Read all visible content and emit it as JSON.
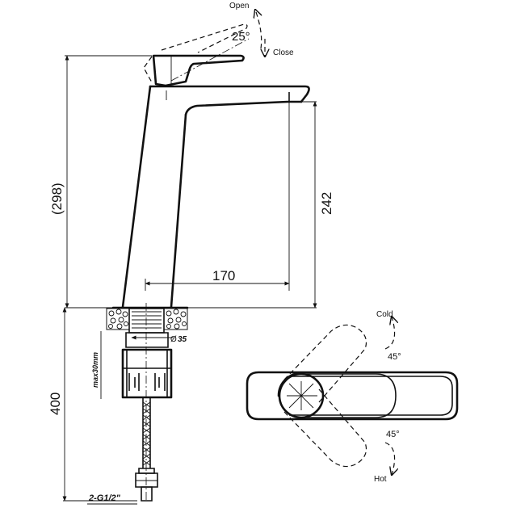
{
  "labels": {
    "open": "Open",
    "close": "Close",
    "angle_lever": "25°",
    "height_total": "(298)",
    "height_spout": "242",
    "reach": "170",
    "bore": "35",
    "max_thickness": "max30mm",
    "hose_length": "400",
    "thread": "2-G1/2\"",
    "cold": "Cold",
    "hot": "Hot",
    "angle_cold": "45°",
    "angle_hot": "45°"
  },
  "colors": {
    "line": "#111111",
    "background": "#ffffff"
  }
}
